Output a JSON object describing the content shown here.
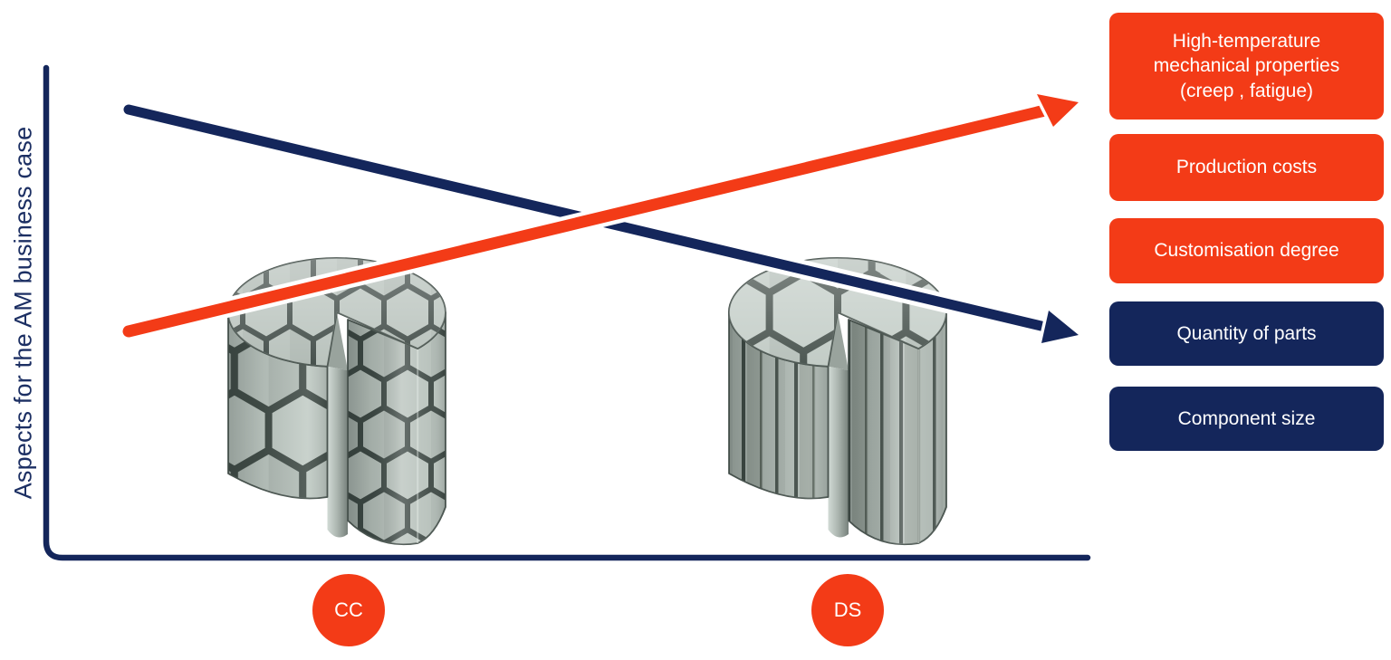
{
  "figure": {
    "y_axis_label": "Aspects for the AM business case",
    "x_items": [
      {
        "id": "cc",
        "label": "CC",
        "illustration": "cylinder-with-equiaxed-grain-structure"
      },
      {
        "id": "ds",
        "label": "DS",
        "illustration": "cylinder-with-columnar-grain-structure"
      }
    ],
    "legend_boxes": [
      {
        "text": "High-temperature\nmechanical properties\n(creep , fatigue)",
        "series": "red"
      },
      {
        "text": "Production costs",
        "series": "red"
      },
      {
        "text": "Customisation degree",
        "series": "red"
      },
      {
        "text": "Quantity of parts",
        "series": "navy"
      },
      {
        "text": "Component size",
        "series": "navy"
      }
    ],
    "arrows": [
      {
        "series": "red",
        "trend": "increasing from CC to DS"
      },
      {
        "series": "navy",
        "trend": "decreasing from CC to DS"
      }
    ],
    "colors": {
      "red": "#f33b17",
      "navy": "#14265b",
      "grain_light": "#b3bdb8",
      "grain_boundary": "#3d4844"
    }
  }
}
